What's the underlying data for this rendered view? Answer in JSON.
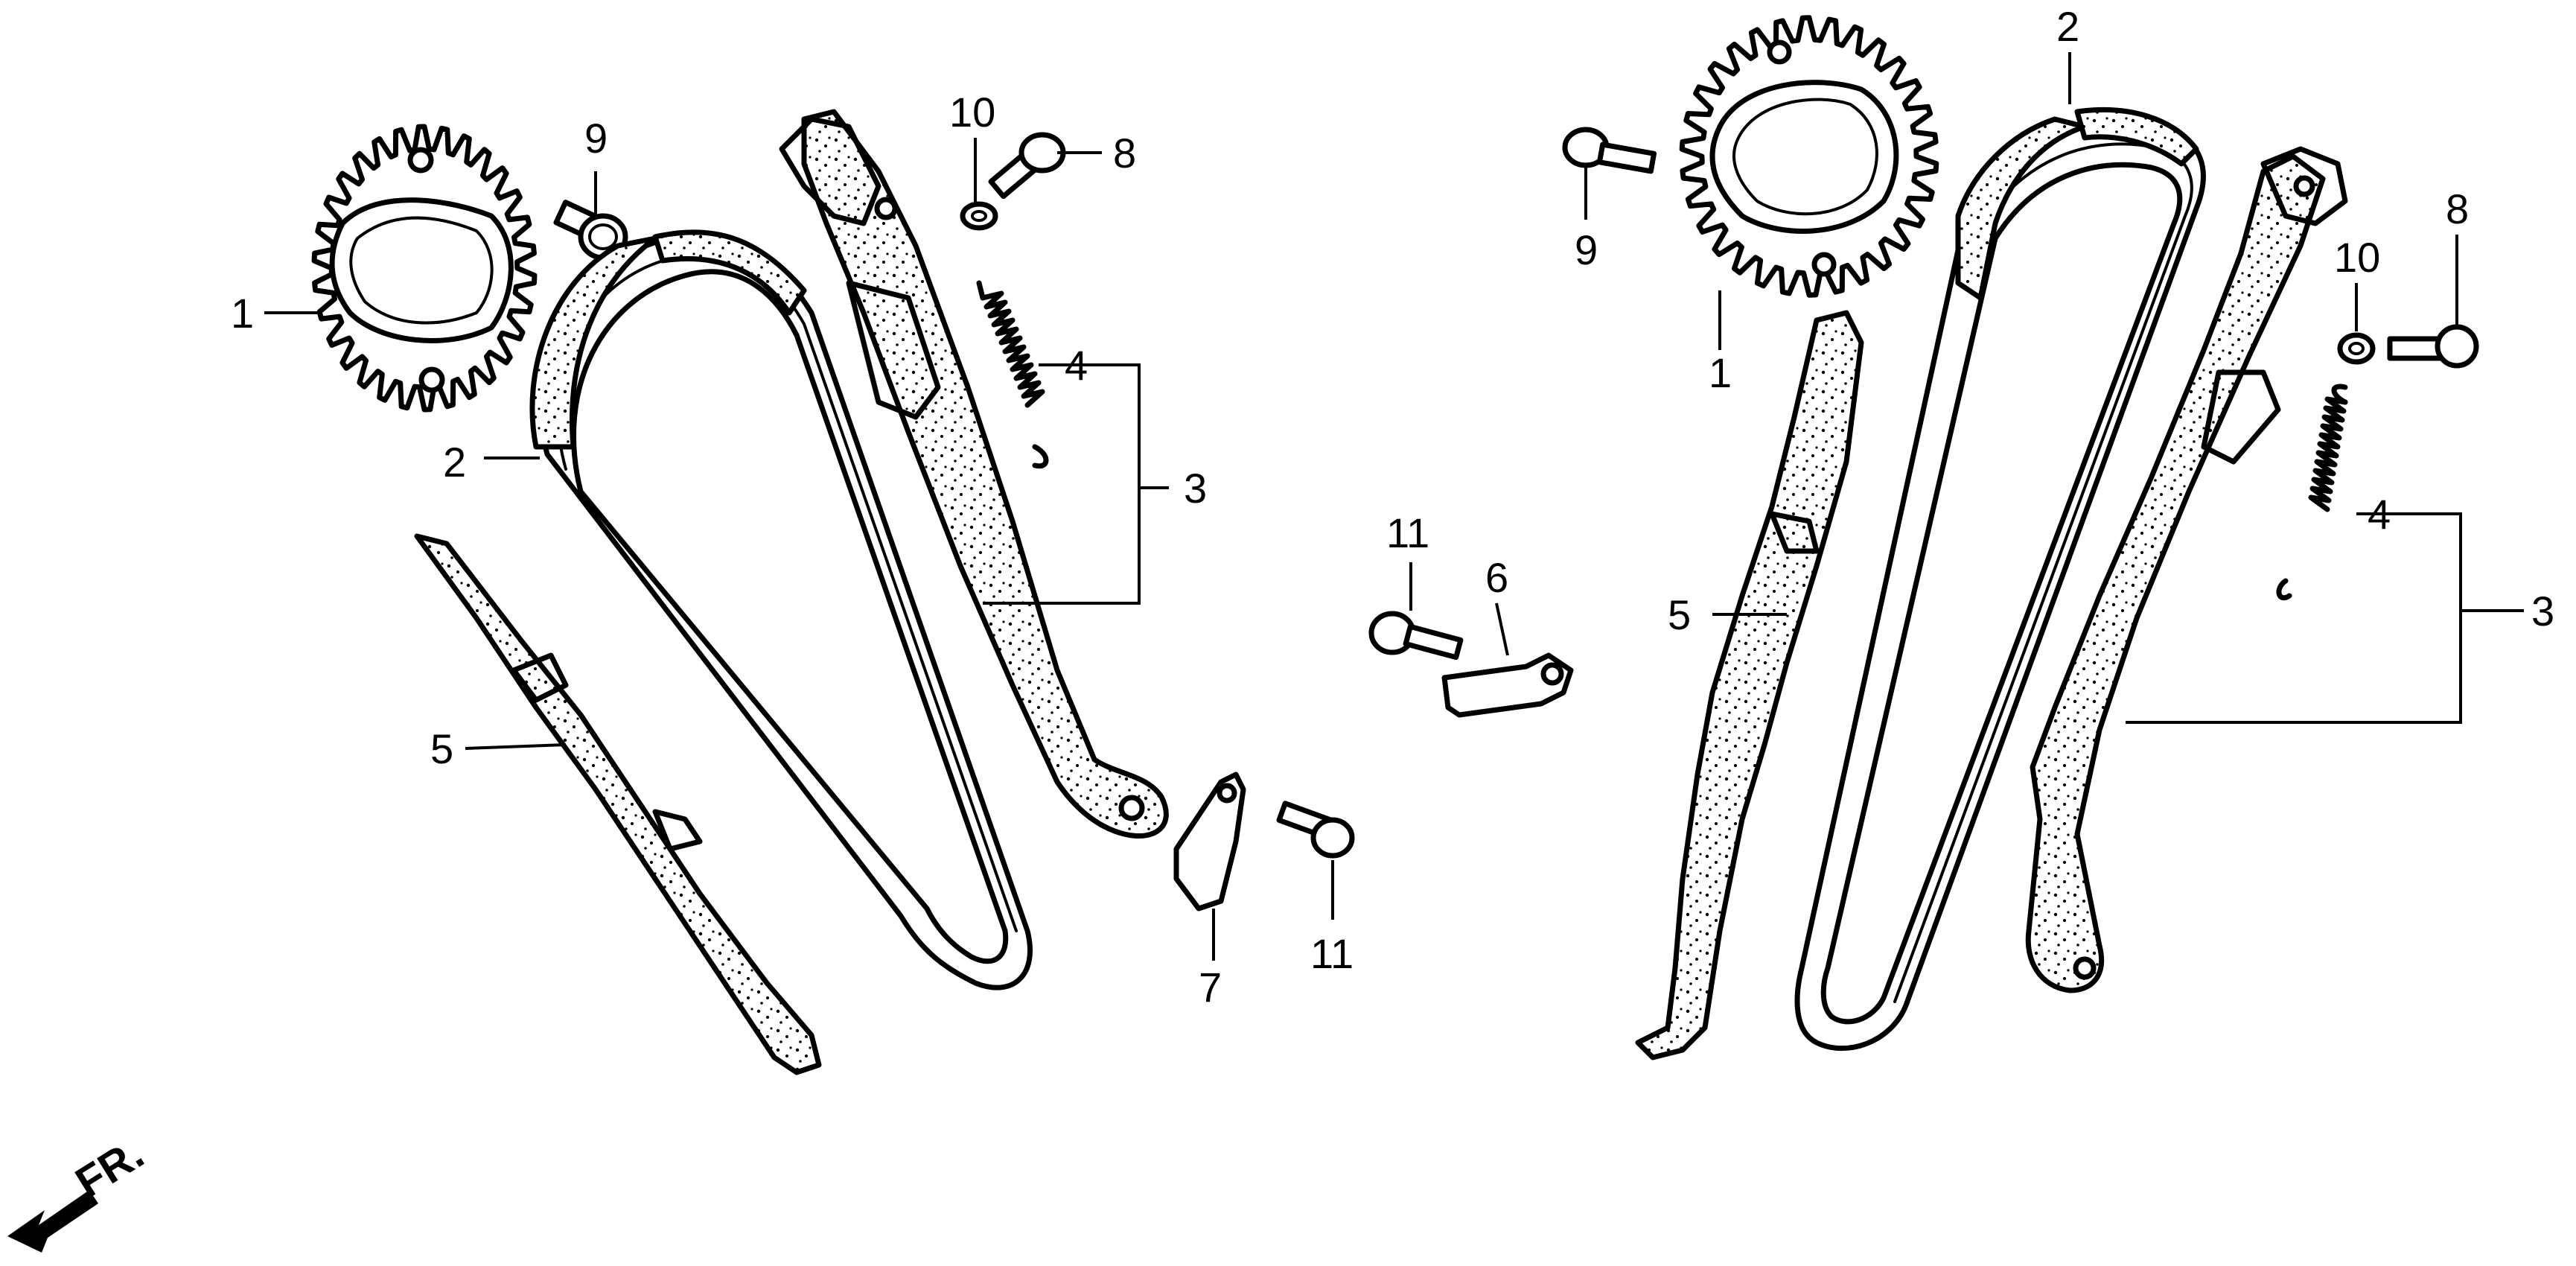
{
  "callouts": {
    "left": {
      "sprocket": "1",
      "chain": "2",
      "tensioner": "3",
      "spring": "4",
      "guide": "5",
      "bolt_a": "8",
      "bolt_b": "9",
      "washer": "10",
      "bolt_c": "11",
      "plate": "7"
    },
    "right": {
      "sprocket": "1",
      "chain": "2",
      "tensioner": "3",
      "spring": "4",
      "guide": "5",
      "bolt_a": "8",
      "bolt_b": "9",
      "washer": "10"
    },
    "center": {
      "bolt": "11",
      "bracket": "6"
    }
  },
  "direction_label": "FR.",
  "icons": {
    "direction": "front-arrow-icon"
  }
}
